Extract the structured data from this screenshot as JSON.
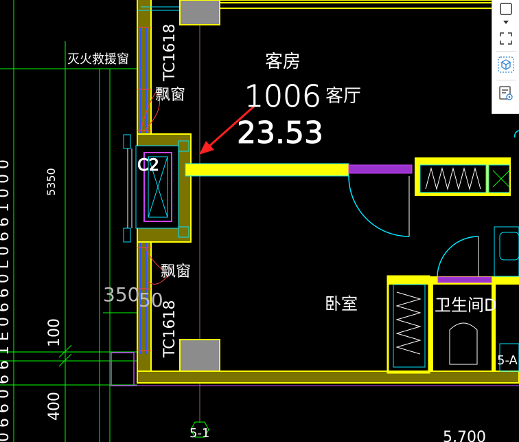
{
  "drawing": {
    "labels": {
      "room_type": "客房",
      "room_number": "1006",
      "room_area": "23.53",
      "living_room": "客厅",
      "bedroom": "卧室",
      "bathroom": "卫生间D",
      "rescue_window": "灭火救援窗",
      "bay_window_top": "飘窗",
      "bay_window_bottom": "飘窗",
      "window_top": "TC1618",
      "window_bottom": "TC1618",
      "c2_tag": "C2",
      "dim_350": "350",
      "dim_50": "50",
      "dim_5350": "5350",
      "dim_100": "100",
      "dim_400": "400",
      "axis_tag": "5-1",
      "axis_right": "5-A",
      "dim_bottom": "5,700"
    },
    "edge_text_left": "0 6 6 0 6 6 1 E 0 6 6 0 L 0 6 6 1 0 0 0",
    "colors": {
      "wall": "#ffff00",
      "wall_fill": "#7a7300",
      "column": "#8c8c8c",
      "cyan": "#00e5ff",
      "green": "#00ff00",
      "magenta": "#cc44ff",
      "red_arrow": "#ff2020"
    }
  },
  "toolbar": {
    "icons": [
      "square-select-icon",
      "dropdown-arrow-icon",
      "fit-view-icon",
      "3d-cube-icon",
      "properties-view-icon"
    ]
  }
}
